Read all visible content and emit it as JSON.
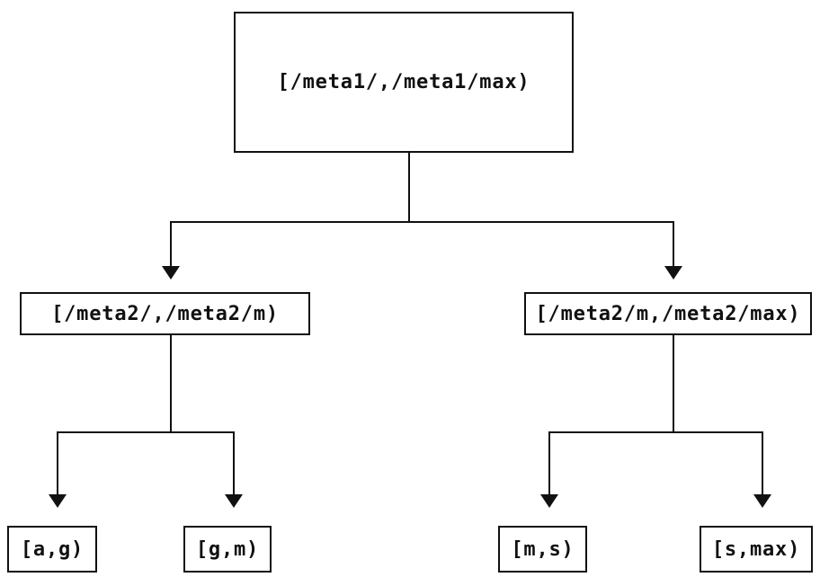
{
  "diagram": {
    "type": "tree",
    "root": {
      "label": "[/meta1/,/meta1/max)",
      "children": [
        {
          "label": "[/meta2/,/meta2/m)",
          "children": [
            {
              "label": "[a,g)"
            },
            {
              "label": "[g,m)"
            }
          ]
        },
        {
          "label": "[/meta2/m,/meta2/max)",
          "children": [
            {
              "label": "[m,s)"
            },
            {
              "label": "[s,max)"
            }
          ]
        }
      ]
    },
    "colors": {
      "background": "#ffffff",
      "box_border": "#111111",
      "line": "#111111",
      "text": "#111111"
    }
  }
}
